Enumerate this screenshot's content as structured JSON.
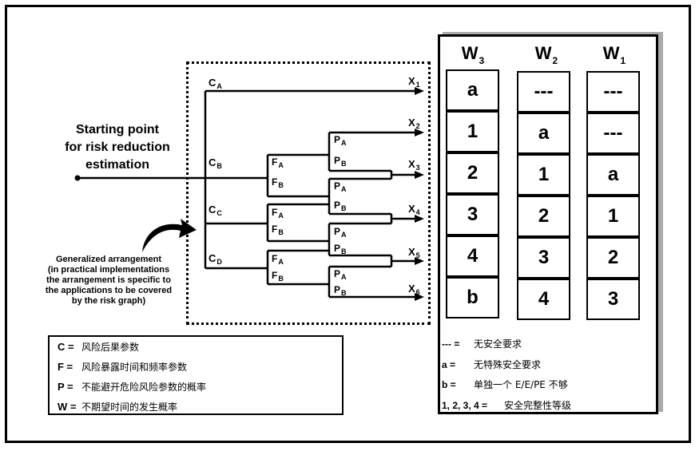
{
  "start_point": "Starting point\nfor risk reduction\nestimation",
  "generalized_note": "Generalized arrangement\n(in practical implementations\nthe arrangement is specific to\nthe applications to be covered\nby the risk graph)",
  "graph": {
    "c_labels": [
      {
        "base": "C",
        "sub": "A"
      },
      {
        "base": "C",
        "sub": "B"
      },
      {
        "base": "C",
        "sub": "C"
      },
      {
        "base": "C",
        "sub": "D"
      }
    ],
    "f_labels": [
      {
        "base": "F",
        "sub": "A"
      },
      {
        "base": "F",
        "sub": "B"
      },
      {
        "base": "F",
        "sub": "A"
      },
      {
        "base": "F",
        "sub": "B"
      },
      {
        "base": "F",
        "sub": "A"
      },
      {
        "base": "F",
        "sub": "B"
      }
    ],
    "p_labels": [
      {
        "base": "P",
        "sub": "A"
      },
      {
        "base": "P",
        "sub": "B"
      },
      {
        "base": "P",
        "sub": "A"
      },
      {
        "base": "P",
        "sub": "B"
      },
      {
        "base": "P",
        "sub": "A"
      },
      {
        "base": "P",
        "sub": "B"
      },
      {
        "base": "P",
        "sub": "A"
      },
      {
        "base": "P",
        "sub": "B"
      }
    ],
    "x_labels": [
      {
        "base": "X",
        "sub": "1"
      },
      {
        "base": "X",
        "sub": "2"
      },
      {
        "base": "X",
        "sub": "3"
      },
      {
        "base": "X",
        "sub": "4"
      },
      {
        "base": "X",
        "sub": "5"
      },
      {
        "base": "X",
        "sub": "6"
      }
    ]
  },
  "w_table": {
    "headers": [
      {
        "base": "W",
        "sub": "3"
      },
      {
        "base": "W",
        "sub": "2"
      },
      {
        "base": "W",
        "sub": "1"
      }
    ],
    "columns": [
      [
        "a",
        "1",
        "2",
        "3",
        "4",
        "b"
      ],
      [
        "---",
        "a",
        "1",
        "2",
        "3",
        "4"
      ],
      [
        "---",
        "---",
        "a",
        "1",
        "2",
        "3"
      ]
    ]
  },
  "legend_left": [
    {
      "key": "C =",
      "text": "风险后果参数"
    },
    {
      "key": "F =",
      "text": "风险暴露时间和频率参数"
    },
    {
      "key": "P =",
      "text": "不能避开危险风险参数的概率"
    },
    {
      "key": "W =",
      "text": "不期望时间的发生概率"
    }
  ],
  "legend_right": [
    {
      "key": "---  =",
      "text": "无安全要求"
    },
    {
      "key": "a    =",
      "text": "无特殊安全要求"
    },
    {
      "key": "b    =",
      "text": "单独一个 E/E/PE 不够"
    },
    {
      "key": "1, 2, 3, 4 =",
      "text": "安全完整性等级"
    }
  ]
}
